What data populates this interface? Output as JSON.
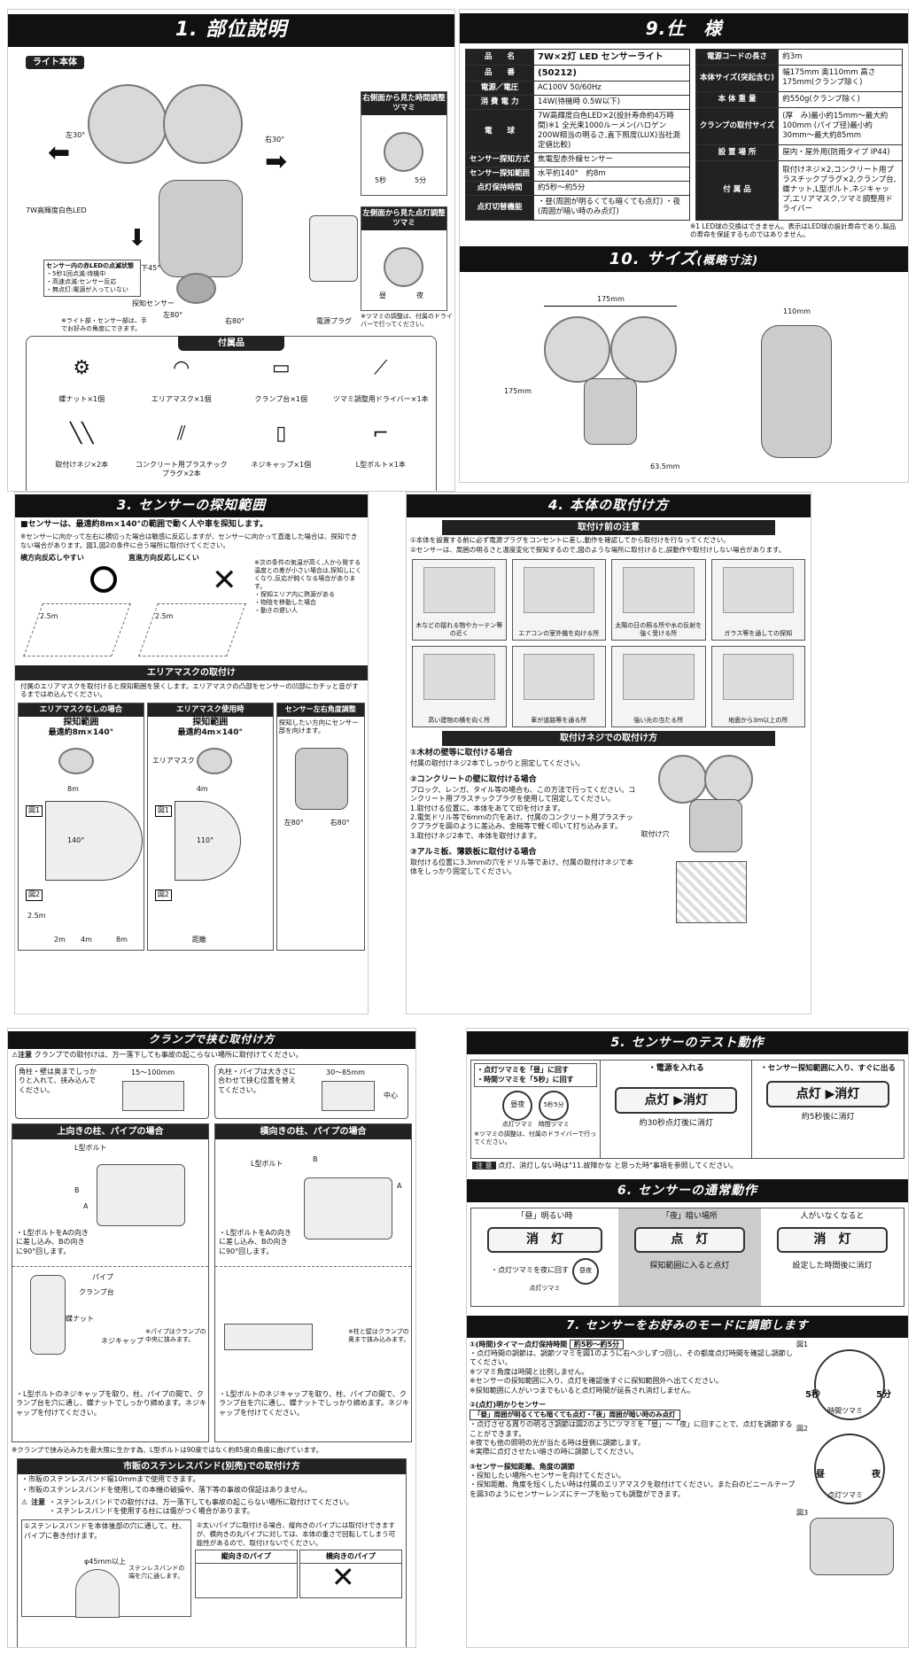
{
  "s1": {
    "title": "1. 部位説明",
    "light_body": "ライト本体",
    "right_knob": "右側面から見た時間調整ツマミ",
    "left_knob": "左側面から見た点灯調整ツマミ",
    "labels": {
      "l30": "左30°",
      "r30": "右30°",
      "led": "7W高輝度白色LED",
      "d45": "下45°",
      "sensor": "探知センサー",
      "l80": "左80°",
      "r80": "右80°",
      "plug": "電源プラグ",
      "k5": "5秒",
      "k5m": "5分",
      "day": "昼",
      "night": "夜"
    },
    "red_led_title": "センサー内の赤LEDの点滅状態",
    "red_led_lines": [
      "・5秒1回点滅:待機中",
      "・高速点滅:センサー反応",
      "・無点灯:電源が入っていない"
    ],
    "note_light": "※ライト部・センサー部は、手でお好みの角度にできます。",
    "note_knob": "※ツマミの調整は、付属のドライバーで行ってください。",
    "acc_title": "付属品",
    "acc": [
      "蝶ナット×1個",
      "エリアマスク×1個",
      "クランプ台×1個",
      "ツマミ調整用ドライバー×1本",
      "取付けネジ×2本",
      "コンクリート用プラスチックプラグ×2本",
      "ネジキャップ×1個",
      "L型ボルト×1本"
    ]
  },
  "s9": {
    "title": "9.仕　様",
    "left": [
      [
        "品　　名",
        "7W×2灯 LED センサーライト"
      ],
      [
        "品　　番",
        "(50212)"
      ],
      [
        "電源／電圧",
        "AC100V 50/60Hz"
      ],
      [
        "消 費 電 力",
        "14W(待機時 0.5W以下)"
      ],
      [
        "電　　球",
        "7W高輝度白色LED×2(設計寿命約4万時間)※1 全光束1000ルーメン(ハロゲン200W相当の明るさ,直下照度(LUX)当社測定値比較)"
      ],
      [
        "センサー探知方式",
        "焦電型赤外線センサー"
      ],
      [
        "センサー探知範囲",
        "水平約140°　約8m"
      ],
      [
        "点灯保持時間",
        "約5秒〜約5分"
      ],
      [
        "点灯切替機能",
        "・昼(周囲が明るくても暗くても点灯) ・夜(周囲が暗い時のみ点灯)"
      ]
    ],
    "right": [
      [
        "電源コードの長さ",
        "約3m"
      ],
      [
        "本体サイズ(突起含む)",
        "幅175mm 奥110mm 高さ175mm(クランプ除く)"
      ],
      [
        "本 体 重 量",
        "約550g(クランプ除く)"
      ],
      [
        "クランプの取付サイズ",
        "(厚　み)最小約15mm〜最大約100mm (パイプ径)最小約30mm〜最大約85mm"
      ],
      [
        "設 置 場 所",
        "屋内・屋外用(防雨タイプ IP44)"
      ],
      [
        "付 属 品",
        "取付けネジ×2,コンクリート用プラスチックプラグ×2,クランプ台,蝶ナット,L型ボルト,ネジキャップ,エリアマスク,ツマミ調整用ドライバー"
      ]
    ],
    "note": "※1 LED球の交換はできません。表示はLED球の設計寿命であり,製品の寿命を保証するものではありません。"
  },
  "s10": {
    "title": "10. サイズ",
    "sub": "(概略寸法)",
    "w": "175mm",
    "d": "110mm",
    "h": "175mm",
    "s": "63.5mm"
  },
  "s3": {
    "title": "3. センサーの探知範囲",
    "lead": "■センサーは、最遠約8m×140°の範囲で動く人や車を探知します。",
    "note": "※センサーに向かって左右に横切った場合は敏感に反応しますが、センサーに向かって直進した場合は、探知できない場合があります。図1,図2の条件に合う場所に取付けてください。",
    "easy": "横方向反応しやすい",
    "hard": "直進方向反応しにくい",
    "h1": "2.5m",
    "h2": "2.5m",
    "cond": [
      "※次の条件の気温が高く,人から発する温度との差が小さい場合は,探知しにくくなり,反応が鈍くなる場合があります。",
      "・探知エリア内に熱源がある",
      "・物陰を移動した場合",
      "・動きの遅い人"
    ],
    "mask_title": "エリアマスクの取付け",
    "mask_text": "付属のエリアマスクを取付けると探知範囲を狭くします。エリアマスクの凸部をセンサーの凹部にカチッと音がするまではめ込んでください。",
    "col1": "エリアマスクなしの場合",
    "col2": "エリアマスク使用時",
    "col3": "センサー左右角度調整",
    "r1": "探知範囲",
    "r1v": "最遠約8m×140°",
    "r2": "探知範囲",
    "r2v": "最遠約4m×140°",
    "angle_text": "探知したい方向にセンサー部を向けます。",
    "mask_lbl": "エリアマスク",
    "l80": "左80°",
    "r80": "右80°",
    "fig1": "図1",
    "fig2": "図2",
    "m8": "8m",
    "m4": "4m",
    "a140": "140°",
    "a110": "110°",
    "dist": "距離",
    "d2": "2m",
    "d4": "4m",
    "d8": "8m",
    "h25": "2.5m"
  },
  "s4": {
    "title": "4. 本体の取付け方",
    "pre": "取付け前の注意",
    "pre1": "①本体を設置する前に必ず電源プラグをコンセントに差し,動作を確認してから取付けを行なってください。",
    "pre2": "②センサーは、周囲の明るさと温度変化で探知するので,図のような場所に取付けると,誤動作や取付けしない場合があります。",
    "cells": [
      "木などの揺れる物やカーテン等の近く",
      "エアコンの室外機を向ける所",
      "太陽の日の照る所や水の反射を強く受ける所",
      "ガラス等を通しての探知",
      "高い建物の横を向く所",
      "車が道路等を通る所",
      "強い光の当たる所",
      "地面から3m以上の所"
    ],
    "screw": "取付けネジでの取付け方",
    "w_title": "①木材の壁等に取付ける場合",
    "w_text": "付属の取付けネジ2本でしっかりと固定してください。",
    "c_title": "②コンクリートの壁に取付ける場合",
    "c_text": "ブロック、レンガ、タイル等の場合も、この方法で行ってください。コンクリート用プラスチックプラグを使用して固定してください。",
    "c_steps": [
      "1.取付ける位置に、本体をあてて印を付けます。",
      "2.電気ドリル等で6mmの穴をあけ、付属のコンクリート用プラスチックプラグを図のように差込み、金槌等で軽く叩いて打ち込みます。",
      "3.取付けネジ2本で、本体を取付けます。"
    ],
    "a_title": "③アルミ板、薄鉄板に取付ける場合",
    "a_text": "取付ける位置に3.3mmの穴をドリル等であけ、付属の取付けネジで本体をしっかり固定してください。",
    "wall": "取付け穴"
  },
  "clamp": {
    "title": "クランプで挟む取付け方",
    "caution": "注意",
    "caution_text": "クランプでの取付けは、万一落下しても事故の起こらない場所に取付けてください。",
    "t1": "角柱・壁は奥までしっかりと入れて、挟み込んでください。",
    "t2": "丸柱・パイプは大きさに合わせて挟む位置を替えてください。",
    "d1": "15〜100mm",
    "d2": "30〜85mm",
    "center": "中心",
    "up": "上向きの柱、パイプの場合",
    "side": "横向きの柱、パイプの場合",
    "lb": "L型ボルト",
    "la": "A",
    "lbb": "B",
    "up1": "・L型ボルトをAの向きに差し込み、Bの向きに90°回します。",
    "side1": "・L型ボルトをAの向きに差し込み、Bの向きに90°回します。",
    "pipe": "パイプ",
    "cdai": "クランプ台",
    "nut": "蝶ナット",
    "cap": "ネジキャップ",
    "pn": "※パイプはクランプの中央に挟みます。",
    "sn": "※柱と壁はクランプの奥まで挟み込みます。",
    "up2": "・L型ボルトのネジキャップを取り、柱、パイプの間で、クランプ台を穴に通し、蝶ナットでしっかり締めます。ネジキャップを付けてください。",
    "side2": "・L型ボルトのネジキャップを取り、柱、パイプの間で、クランプ台を穴に通し、蝶ナットでしっかり締めます。ネジキャップを付けてください。",
    "bnote": "※クランプで挟み込み力を最大限に生かす為、L型ボルトは90度ではなく約85度の角度に曲げています。",
    "band_title": "市販のステンレスバンド(別売)での取付け方",
    "band1": "・市販のステンレスバンド幅10mmまで使用できます。",
    "band2": "・市販のステンレスバンドを使用しての本機の破損や、落下等の事故の保証はありません。",
    "bc": "注意",
    "bc1": "・ステンレスバンドでの取付けは、万一落下しても事故の起こらない場所に取付けてください。",
    "bc2": "・ステンレスバンドを使用する柱には傷がつく場合があります。",
    "bs1": "①ステンレスバンドを本体後部の穴に通して、柱、パイプに巻き付けます。",
    "bs2": "②太いパイプに取付ける場合、縦向きのパイプには取付けできますが、横向きの丸パイプに対しては、本体の重さで回転してしまう可能性があるので、取付けないでください。",
    "b45": "φ45mm以上",
    "bhole": "ステンレスバンドの端を穴に通します。",
    "vp": "縦向きのパイプ",
    "hp": "横向きのパイプ"
  },
  "s5": {
    "title": "5. センサーのテスト動作",
    "a1": "・点灯ツマミを「昼」に回す",
    "a2": "・時間ツマミを「5秒」に回す",
    "b": "・電源を入れる",
    "c": "・センサー探知範囲に入り、すぐに出る",
    "seq": "点灯 ▶消灯",
    "seq2": "点灯 ▶消灯",
    "kday": "昼",
    "knight": "夜",
    "k5": "5秒",
    "k5m": "5分",
    "kl1": "点灯ツマミ",
    "kl2": "時間ツマミ",
    "r1": "約30秒点灯後に消灯",
    "r2": "約5秒後に消灯",
    "note": "※ツマミの調整は、付属のドライバーで行ってください。",
    "cau": "注 意",
    "cau_text": "点灯、消灯しない時は\"11.故障かな と思った時\"事項を参照してください。"
  },
  "s6": {
    "title": "6. センサーの通常動作",
    "h1": "「昼」明るい時",
    "h2": "「夜」暗い場所",
    "h3": "人がいなくなると",
    "p1": "消　灯",
    "p2": "点　灯",
    "p3": "消　灯",
    "n1": "・点灯ツマミを夜に回す",
    "n2": "探知範囲に入ると点灯",
    "n3": "設定した時間後に消灯",
    "kday": "昼",
    "knight": "夜",
    "kl": "点灯ツマミ"
  },
  "s7": {
    "title": "7. センサーをお好みのモードに調節します",
    "t1": "①(時間)タイマー点灯保持時間",
    "t1v": "約5秒〜約5分",
    "t1text": [
      "・点灯時間の調節は、調節ツマミを図1のように右へ少しずつ回し、その都度点灯時間を確認し調節してください。",
      "※ツマミ角度は時間と比例しません。",
      "※センサーの探知範囲に入り、点灯を確認後すぐに探知範囲外へ出てください。",
      "※探知範囲に人がいつまでもいると点灯時間が延長され消灯しません。"
    ],
    "t2": "②(点灯)明かりセンサー",
    "t2v": "「昼」周囲が明るくても暗くても点灯・「夜」周囲が暗い時のみ点灯",
    "t2text": [
      "・点灯させる周りの明るさ調節は図2のようにツマミを「昼」〜「夜」に回すことで、点灯を調節することができます。",
      "※夜でも他の照明の光が当たる時は昼側に調節します。",
      "※実際に点灯させたい暗さの時に調節してください。"
    ],
    "t3": "③センサー探知距離、角度の調節",
    "t3text": [
      "・探知したい場所へセンサーを向けてください。",
      "・探知距離、角度を短くしたい時は付属のエリアマスクを取付けてください。また白のビニールテープを図3のようにセンサーレンズにテープを貼っても調整ができます。"
    ],
    "f1": "図1",
    "f2": "図2",
    "f3": "図3",
    "k5": "5秒",
    "k5m": "5分",
    "kt": "時間ツマミ",
    "kday": "昼",
    "knight": "夜",
    "kl": "点灯ツマミ"
  }
}
